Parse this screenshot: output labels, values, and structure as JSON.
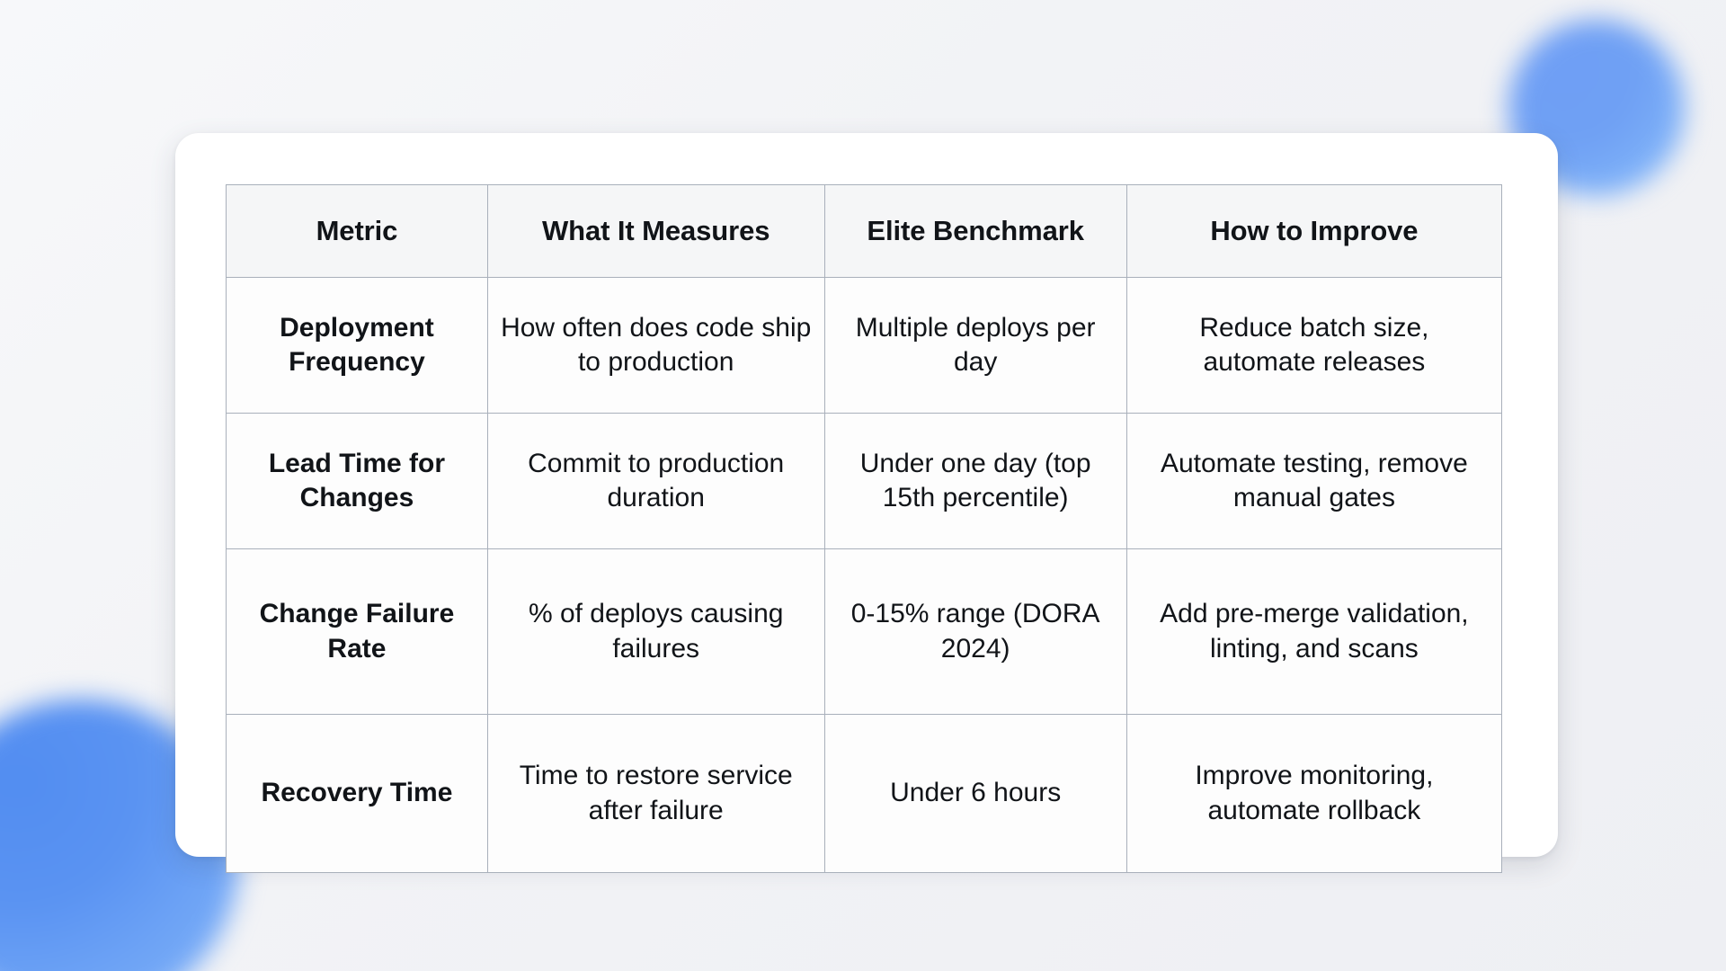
{
  "background": {
    "base_color": "#f4f5f7",
    "blobs": [
      {
        "name": "top-right",
        "color": "#6fa0f4"
      },
      {
        "name": "bottom-left",
        "color": "#5a93f2"
      }
    ]
  },
  "card": {
    "background_color": "#ffffff",
    "border_color": "#a9b0bb"
  },
  "table": {
    "header_background": "#f5f6f7",
    "text_color": "#111418",
    "headers": [
      "Metric",
      "What It Measures",
      "Elite Benchmark",
      "How to Improve"
    ],
    "rows": [
      {
        "metric": "Deployment Frequency",
        "what_it_measures": "How often does code ship to production",
        "elite_benchmark": "Multiple deploys per day",
        "how_to_improve": "Reduce batch size, automate releases"
      },
      {
        "metric": "Lead Time for Changes",
        "what_it_measures": "Commit to production duration",
        "elite_benchmark": "Under one day (top 15th percentile)",
        "how_to_improve": "Automate testing, remove manual gates"
      },
      {
        "metric": "Change Failure Rate",
        "what_it_measures": "% of deploys causing failures",
        "elite_benchmark": "0-15% range (DORA 2024)",
        "how_to_improve": "Add pre-merge validation, linting, and scans"
      },
      {
        "metric": "Recovery Time",
        "what_it_measures": "Time to restore service after failure",
        "elite_benchmark": "Under 6 hours",
        "how_to_improve": "Improve monitoring, automate rollback"
      }
    ]
  }
}
